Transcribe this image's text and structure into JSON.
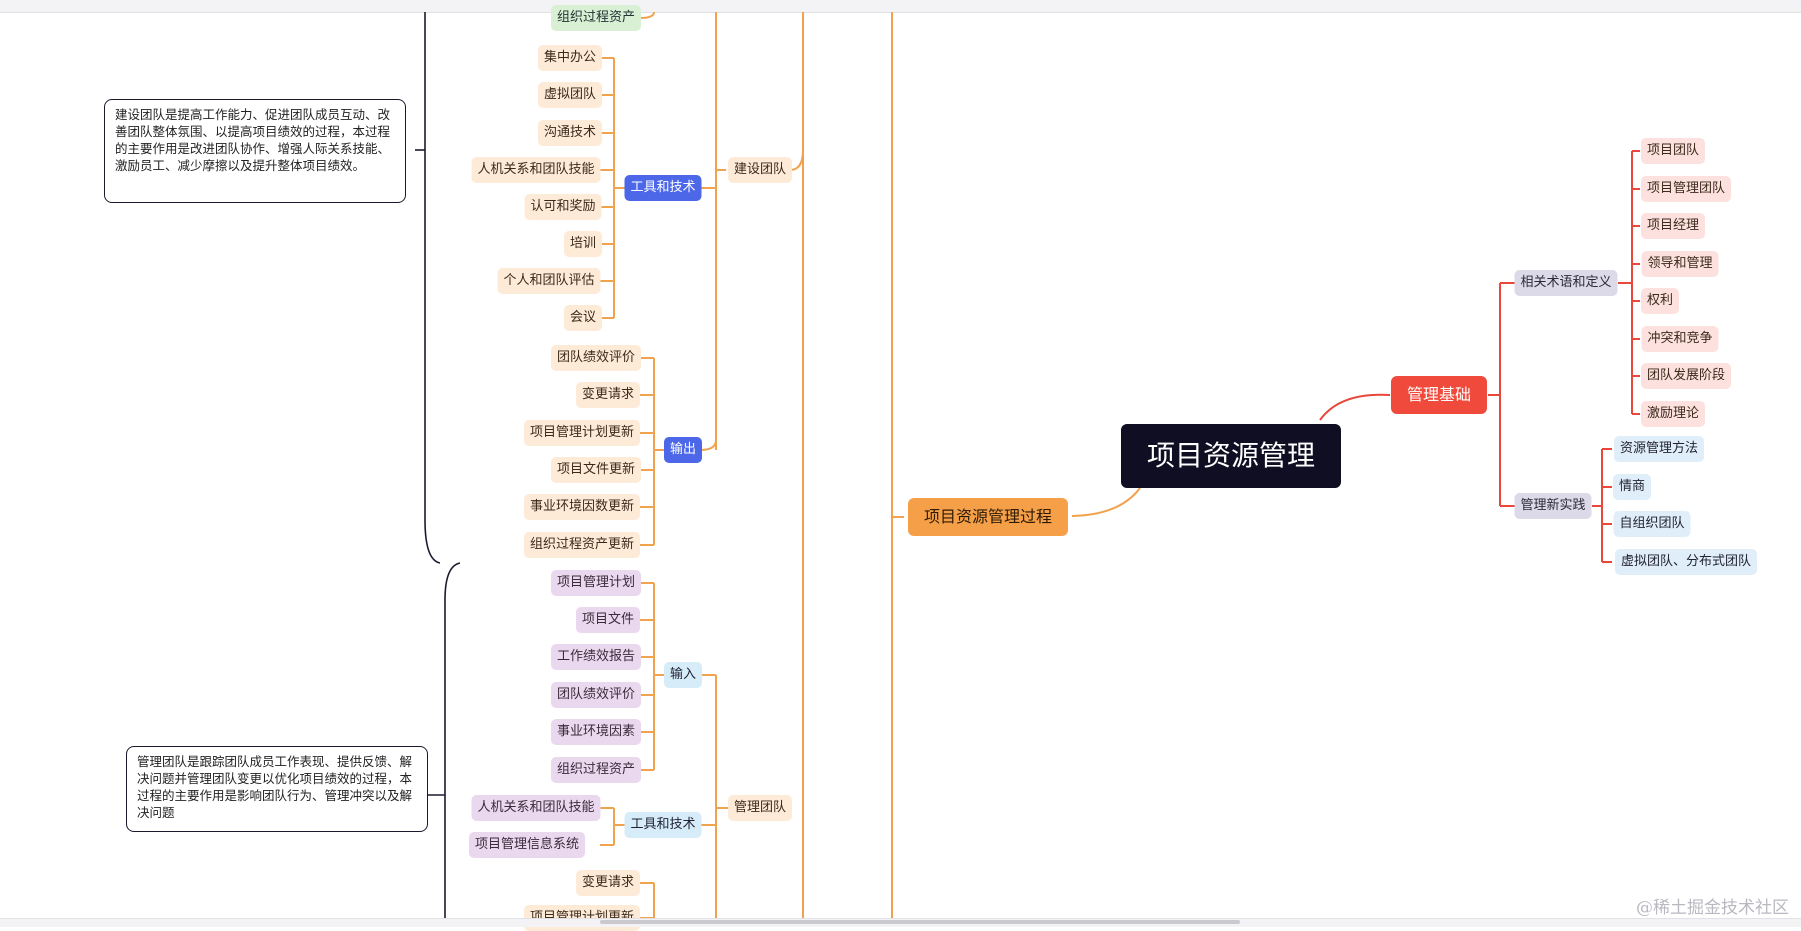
{
  "root": "项目资源管理",
  "branch_process": "项目资源管理过程",
  "build_team": {
    "label": "建设团队",
    "top_partial": "组织过程资产",
    "tools_label": "工具和技术",
    "tools": [
      "集中办公",
      "虚拟团队",
      "沟通技术",
      "人机关系和团队技能",
      "认可和奖励",
      "培训",
      "个人和团队评估",
      "会议"
    ],
    "output_label": "输出",
    "outputs": [
      "团队绩效评价",
      "变更请求",
      "项目管理计划更新",
      "项目文件更新",
      "事业环境因数更新",
      "组织过程资产更新"
    ],
    "note": "建设团队是提高工作能力、促进团队成员互动、改善团队整体氛围、以提高项目绩效的过程，本过程的主要作用是改进团队协作、增强人际关系技能、激励员工、减少摩擦以及提升整体项目绩效。"
  },
  "manage_team": {
    "label": "管理团队",
    "input_label": "输入",
    "inputs": [
      "项目管理计划",
      "项目文件",
      "工作绩效报告",
      "团队绩效评价",
      "事业环境因素",
      "组织过程资产"
    ],
    "tools_label": "工具和技术",
    "tools": [
      "人机关系和团队技能",
      "项目管理信息系统"
    ],
    "outputs": [
      "变更请求",
      "项目管理计划更新"
    ],
    "note": "管理团队是跟踪团队成员工作表现、提供反馈、解决问题并管理团队变更以优化项目绩效的过程，本过程的主要作用是影响团队行为、管理冲突以及解决问题"
  },
  "basics": {
    "label": "管理基础",
    "terms_label": "相关术语和定义",
    "terms": [
      "项目团队",
      "项目管理团队",
      "项目经理",
      "领导和管理",
      "权利",
      "冲突和竞争",
      "团队发展阶段",
      "激励理论"
    ],
    "practice_label": "管理新实践",
    "practices": [
      "资源管理方法",
      "情商",
      "自组织团队",
      "虚拟团队、分布式团队"
    ]
  },
  "watermark": "@稀土掘金技术社区",
  "colors": {
    "orange_line": "#f0a24f",
    "red_line": "#e8473a",
    "dark_line": "#1a1a2e",
    "root_bg": "#0f0e23"
  }
}
